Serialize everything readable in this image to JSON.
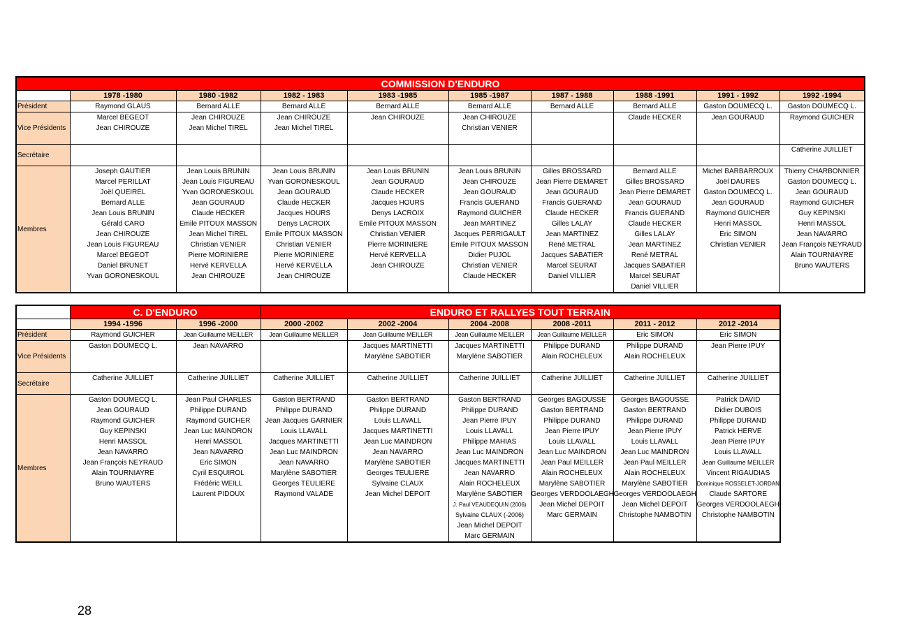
{
  "table1": {
    "title": "COMMISSION D'ENDURO",
    "labels": {
      "president": "Président",
      "vice": "Vice Présidents",
      "secretary": "Secrétaire",
      "members": "Membres"
    },
    "periods": [
      "1978 -1980",
      "1980 -1982",
      "1982 - 1983",
      "1983 -1985",
      "1985 -1987",
      "1987 - 1988",
      "1988 -1991",
      "1991 - 1992",
      "1992 -1994"
    ],
    "presidents": [
      "Raymond GLAUS",
      "Bernard ALLE",
      "Bernard ALLE",
      "Bernard ALLE",
      "Bernard ALLE",
      "Bernard ALLE",
      "Bernard ALLE",
      "Gaston DOUMECQ L.",
      "Gaston DOUMECQ L."
    ],
    "vice": [
      [
        "Marcel BEGEOT",
        "Jean CHIROUZE"
      ],
      [
        "Jean CHIROUZE",
        "Jean Michel TIREL"
      ],
      [
        "Jean CHIROUZE",
        "Jean Michel TIREL"
      ],
      [
        "Jean CHIROUZE"
      ],
      [
        "Jean CHIROUZE",
        "Christian VENIER"
      ],
      [],
      [
        "Claude HECKER"
      ],
      [
        "Jean GOURAUD"
      ],
      [
        "Raymond GUICHER"
      ]
    ],
    "secretary": [
      [],
      [],
      [],
      [],
      [],
      [],
      [],
      [],
      [
        "Catherine JUILLIET"
      ]
    ],
    "members": [
      [
        "Joseph GAUTIER",
        "Marcel PERILLAT",
        "Joël QUEIREL",
        "Bernard ALLE",
        "Jean Louis BRUNIN",
        "Gérald CARO",
        "Jean CHIROUZE",
        "Jean Louis FIGUREAU",
        "Marcel BEGEOT",
        "Daniel BRUNET",
        "Yvan GORONESKOUL"
      ],
      [
        "Jean Louis BRUNIN",
        "Jean Louis FIGUREAU",
        "Yvan GORONESKOUL",
        "Jean GOURAUD",
        "Claude HECKER",
        "Emile PITOUX MASSON",
        "Jean Michel TIREL",
        "Christian VENIER",
        "Pierre MORINIERE",
        "Hervé KERVELLA",
        "Jean CHIROUZE"
      ],
      [
        "Jean Louis BRUNIN",
        "Yvan GORONESKOUL",
        "Jean GOURAUD",
        "Claude HECKER",
        "Jacques HOURS",
        "Denys LACROIX",
        "Emile PITOUX MASSON",
        "Christian VENIER",
        "Pierre MORINIERE",
        "Hervé KERVELLA",
        "Jean CHIROUZE"
      ],
      [
        "Jean Louis BRUNIN",
        "Jean GOURAUD",
        "Claude HECKER",
        "Jacques HOURS",
        "Denys LACROIX",
        "Emile PITOUX MASSON",
        "Christian VENIER",
        "Pierre MORINIERE",
        "Hervé KERVELLA",
        "Jean CHIROUZE"
      ],
      [
        "Jean Louis BRUNIN",
        "Jean CHIROUZE",
        "Jean GOURAUD",
        "Francis GUERAND",
        "Raymond GUICHER",
        "Jean MARTINEZ",
        "Jacques PERRIGAULT",
        "Emile PITOUX MASSON",
        "Didier PUJOL",
        "Christian VENIER",
        "Claude HECKER"
      ],
      [
        "Gilles BROSSARD",
        "Jean Pierre DEMARET",
        "Jean GOURAUD",
        "Francis GUERAND",
        "Claude HECKER",
        "Gilles LALAY",
        "Jean MARTINEZ",
        "René METRAL",
        "Jacques SABATIER",
        "Marcel SEURAT",
        "Daniel VILLIER"
      ],
      [
        "Bernard ALLE",
        "Gilles BROSSARD",
        "Jean Pierre DEMARET",
        "Jean GOURAUD",
        "Francis GUERAND",
        "Claude HECKER",
        "Gilles LALAY",
        "Jean MARTINEZ",
        "René METRAL",
        "Jacques SABATIER",
        "Marcel SEURAT",
        "Daniel VILLIER"
      ],
      [
        "Michel BARBARROUX",
        "Joël DAURES",
        "Gaston DOUMECQ L.",
        "Jean GOURAUD",
        "Raymond GUICHER",
        "Henri MASSOL",
        "Eric SIMON",
        "Christian VENIER"
      ],
      [
        "Thierry CHARBONNIER",
        "Gaston DOUMECQ L.",
        "Jean GOURAUD",
        "Raymond GUICHER",
        "Guy KEPINSKI",
        "Henri MASSOL",
        "Jean NAVARRO",
        "Jean François NEYRAUD",
        "Alain TOURNIAYRE",
        "Bruno WAUTERS"
      ]
    ]
  },
  "table2": {
    "title_left": "C. D'ENDURO",
    "title_right": "ENDURO ET RALLYES TOUT TERRAIN",
    "labels": {
      "president": "Président",
      "vice": "Vice Présidents",
      "secretary": "Secrétaire",
      "members": "Membres"
    },
    "periods": [
      "1994 -1996",
      "1996 -2000",
      "2000 -2002",
      "2002 -2004",
      "2004 -2008",
      "2008 -2011",
      "2011 - 2012",
      "2012 -2014"
    ],
    "presidents": [
      "Raymond GUICHER",
      "Jean Guillaume MEILLER",
      "Jean Guillaume MEILLER",
      "Jean Guillaume MEILLER",
      "Jean Guillaume MEILLER",
      "Jean Guillaume MEILLER",
      "Eric SIMON",
      "Eric SIMON"
    ],
    "vice": [
      [
        "Gaston DOUMECQ L."
      ],
      [
        "Jean NAVARRO"
      ],
      [],
      [
        "Jacques MARTINETTI",
        "Marylène SABOTIER"
      ],
      [
        "Jacques MARTINETTI",
        "Marylène SABOTIER"
      ],
      [
        "Philippe DURAND",
        "Alain ROCHELEUX"
      ],
      [
        "Philippe DURAND",
        "Alain ROCHELEUX"
      ],
      [
        "Jean Pierre IPUY"
      ]
    ],
    "secretary": [
      [
        "Catherine JUILLIET"
      ],
      [
        "Catherine JUILLIET"
      ],
      [
        "Catherine JUILLIET"
      ],
      [
        "Catherine JUILLIET"
      ],
      [
        "Catherine JUILLIET"
      ],
      [
        "Catherine JUILLIET"
      ],
      [
        "Catherine JUILLIET"
      ],
      [
        "Catherine JUILLIET"
      ]
    ],
    "members": [
      [
        "Gaston DOUMECQ L.",
        "Jean GOURAUD",
        "Raymond GUICHER",
        "Guy KEPINSKI",
        "Henri MASSOL",
        "Jean NAVARRO",
        "Jean François NEYRAUD",
        "Alain TOURNIAYRE",
        "Bruno WAUTERS"
      ],
      [
        "Jean Paul CHARLES",
        "Philippe DURAND",
        "Raymond GUICHER",
        "Jean Luc MAINDRON",
        "Henri MASSOL",
        "Jean NAVARRO",
        "Eric SIMON",
        "Cyril ESQUIROL",
        "Frédéric WEILL",
        "Laurent PIDOUX"
      ],
      [
        "Gaston BERTRAND",
        "Philippe DURAND",
        "Jean Jacques GARNIER",
        "Louis LLAVALL",
        "Jacques MARTINETTI",
        "Jean Luc MAINDRON",
        "Jean NAVARRO",
        "Marylène SABOTIER",
        "Georges TEULIERE",
        "Raymond VALADE"
      ],
      [
        "Gaston BERTRAND",
        "Philippe DURAND",
        "Louis LLAVALL",
        "Jacques MARTINETTI",
        "Jean Luc MAINDRON",
        "Jean NAVARRO",
        "Marylène SABOTIER",
        "Georges TEULIERE",
        "Sylvaine CLAUX",
        "Jean Michel DEPOIT"
      ],
      [
        "Gaston BERTRAND",
        "Philippe DURAND",
        "Jean Pierre IPUY",
        "Louis LLAVALL",
        "Philippe MAHIAS",
        "Jean Luc MAINDRON",
        "Jacques MARTINETTI",
        "Jean NAVARRO",
        "Alain ROCHELEUX",
        "Marylène SABOTIER",
        "J. Paul VEAUDEQUIN (2006)",
        "Sylvaine CLAUX (-2006)",
        "Jean Michel DEPOIT",
        "Marc GERMAIN"
      ],
      [
        "Georges BAGOUSSE",
        "Gaston BERTRAND",
        "Philippe DURAND",
        "Jean Pierre IPUY",
        "Louis LLAVALL",
        "Jean Luc MAINDRON",
        "Jean Paul MEILLER",
        "Alain ROCHELEUX",
        "Marylène SABOTIER",
        "Georges VERDOOLAEGHE",
        "Jean Michel DEPOIT",
        "Marc GERMAIN"
      ],
      [
        "Georges BAGOUSSE",
        "Gaston BERTRAND",
        "Philippe DURAND",
        "Jean Pierre IPUY",
        "Louis LLAVALL",
        "Jean Luc MAINDRON",
        "Jean Paul MEILLER",
        "Alain ROCHELEUX",
        "Marylène SABOTIER",
        "Georges VERDOOLAEGHE",
        "Jean Michel DEPOIT",
        "Christophe NAMBOTIN"
      ],
      [
        "Patrick DAVID",
        "Didier DUBOIS",
        "Philippe DURAND",
        "Patrick HERVE",
        "Jean Pierre IPUY",
        "Louis LLAVALL",
        "Jean Guillaume MEILLER",
        "Vincent RIGAUDIAS",
        "Dominique ROSSELET-JORDAN",
        "Claude SARTORE",
        "Georges VERDOOLAEGHE",
        "Christophe NAMBOTIN"
      ]
    ]
  },
  "page_number": "28"
}
